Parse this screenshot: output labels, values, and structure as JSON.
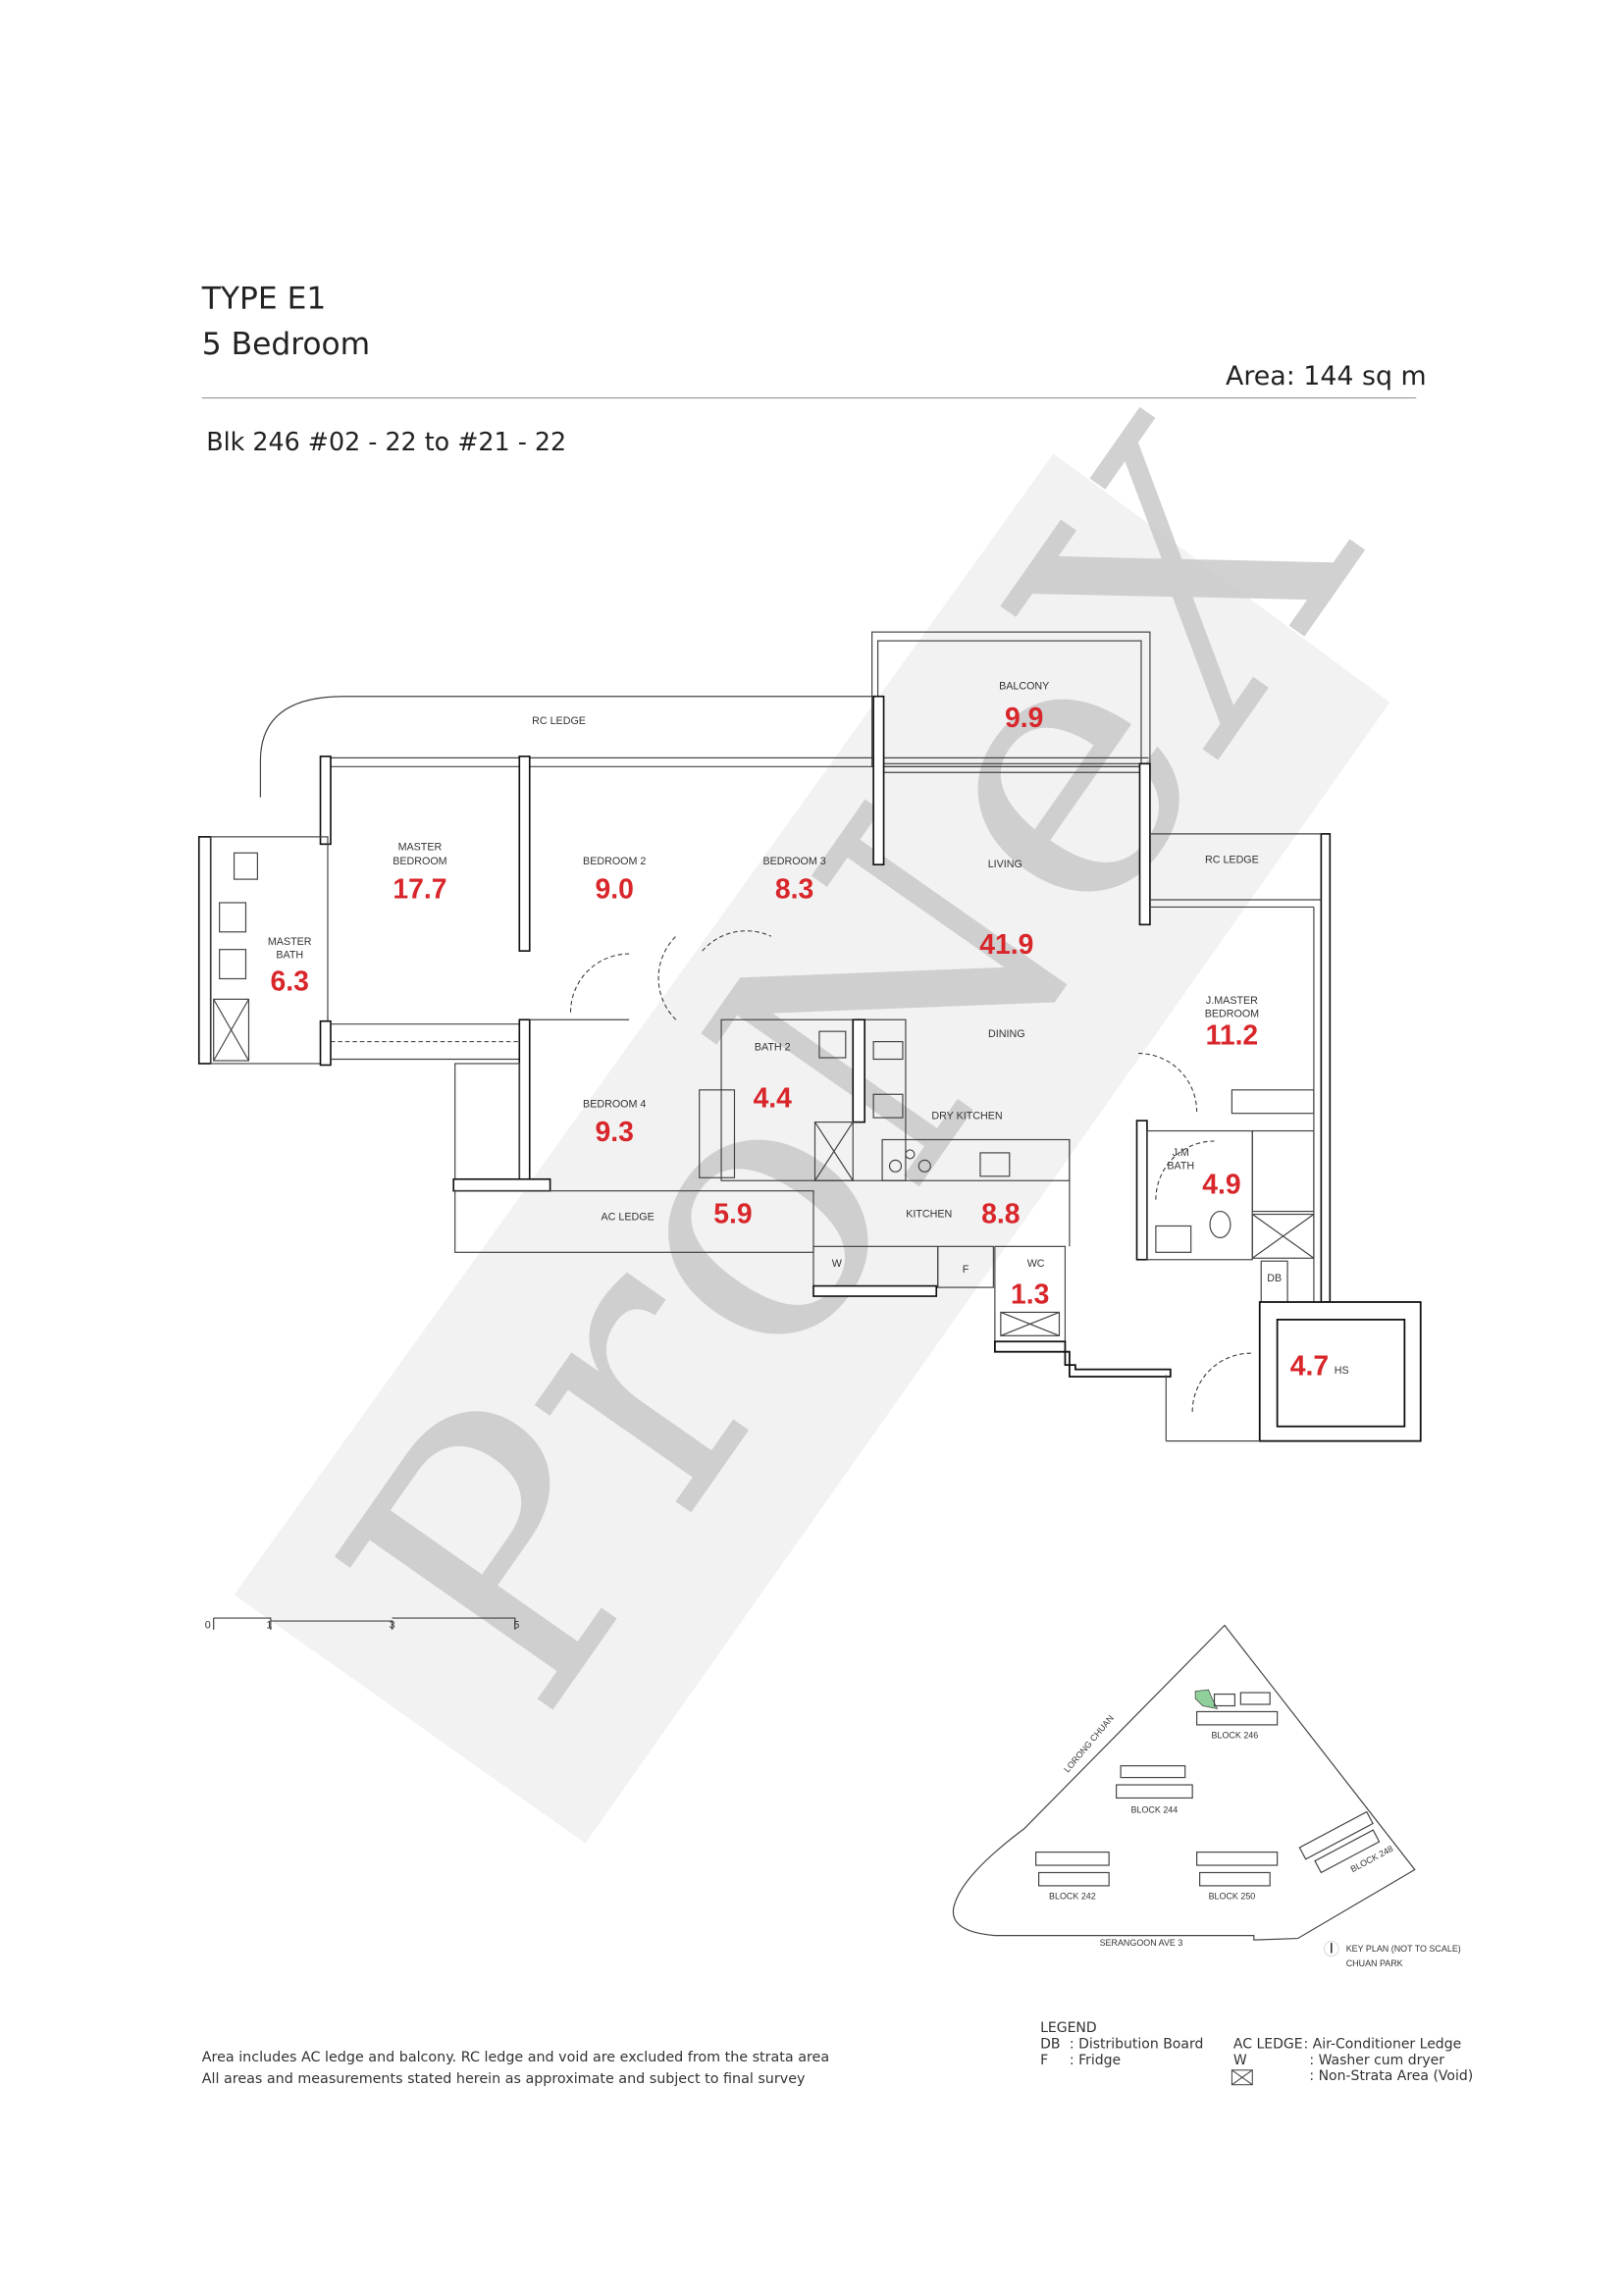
{
  "header": {
    "type": "TYPE E1",
    "bedrooms": "5 Bedroom",
    "area": "Area: 144 sq m",
    "units": "Blk 246 #02 - 22 to #21 - 22"
  },
  "watermark": "ProNeX",
  "rooms": [
    {
      "name": "RC LEDGE"
    },
    {
      "name": "BALCONY",
      "area": "9.9"
    },
    {
      "name": "MASTER",
      "name2": "BEDROOM",
      "area": "17.7"
    },
    {
      "name": "BEDROOM 2",
      "area": "9.0"
    },
    {
      "name": "BEDROOM 3",
      "area": "8.3"
    },
    {
      "name": "LIVING",
      "area": "41.9"
    },
    {
      "name": "RC LEDGE"
    },
    {
      "name": "MASTER",
      "name2": "BATH",
      "area": "6.3"
    },
    {
      "name": "J.MASTER",
      "name2": "BEDROOM",
      "area": "11.2"
    },
    {
      "name": "DINING"
    },
    {
      "name": "BATH 2",
      "area": "4.4"
    },
    {
      "name": "BEDROOM 4",
      "area": "9.3"
    },
    {
      "name": "DRY KITCHEN"
    },
    {
      "name": "J.M",
      "name2": "BATH",
      "area": "4.9"
    },
    {
      "name": "AC LEDGE",
      "area": "5.9"
    },
    {
      "name": "KITCHEN",
      "area": "8.8"
    },
    {
      "name": "WC",
      "area": "1.3"
    },
    {
      "name": "HS",
      "area": "4.7"
    }
  ],
  "fixtures": {
    "washer": "W",
    "fridge": "F",
    "db": "DB"
  },
  "scale": [
    "0",
    "1",
    "3",
    "5"
  ],
  "key_plan": {
    "road_1": "LORONG CHUAN",
    "road_2": "SERANGOON AVE 3",
    "blocks": [
      "BLOCK 246",
      "BLOCK 244",
      "BLOCK 242",
      "BLOCK 250",
      "BLOCK 248"
    ],
    "title": "KEY PLAN (NOT TO SCALE)",
    "subtitle": "CHUAN PARK",
    "highlight_color": "#8fcf9a"
  },
  "notes": [
    "Area includes AC ledge and balcony. RC ledge and void are excluded from the strata area",
    "All areas and measurements stated herein as approximate and subject to final survey"
  ],
  "legend": {
    "title": "LEGEND",
    "items": [
      {
        "key": "DB",
        "value": ": Distribution Board"
      },
      {
        "key": "F",
        "value": ": Fridge"
      },
      {
        "key": "AC LEDGE",
        "value": ": Air-Conditioner Ledge"
      },
      {
        "key": "W",
        "value": ": Washer cum dryer"
      },
      {
        "key": "",
        "value": ": Non-Strata Area (Void)"
      }
    ]
  },
  "colors": {
    "area_red": "#d8262b",
    "watermark": "#c9c9c9"
  }
}
